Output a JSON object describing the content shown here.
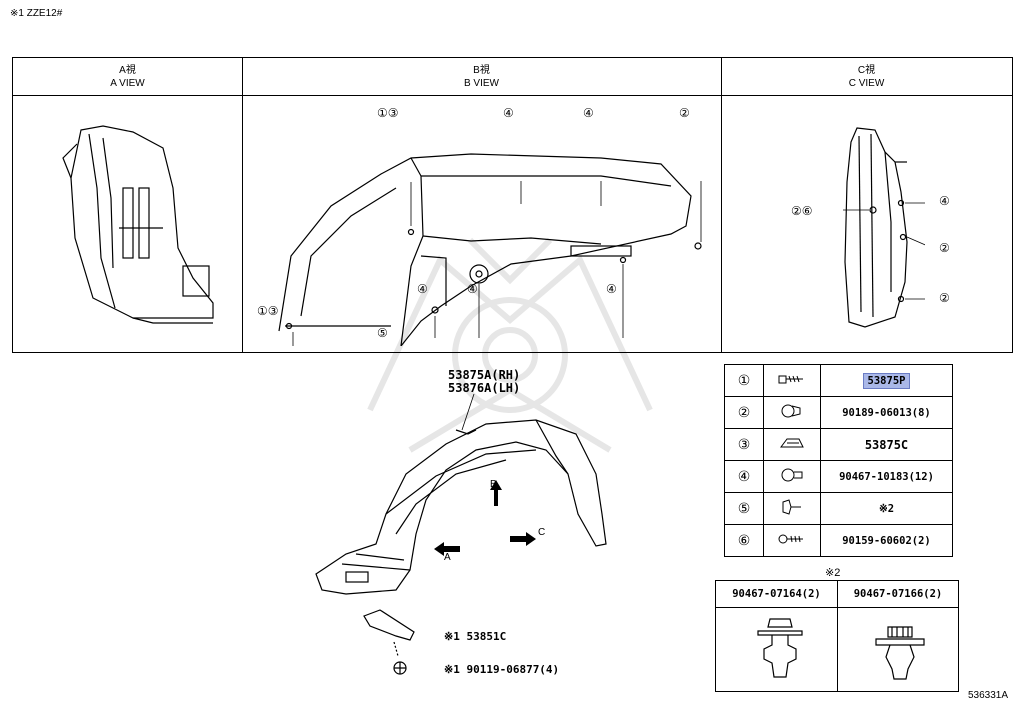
{
  "header": {
    "note": "※1 ZZE12#"
  },
  "views": [
    {
      "id": "a",
      "title_jp": "A視",
      "title_en": "A VIEW"
    },
    {
      "id": "b",
      "title_jp": "B視",
      "title_en": "B VIEW"
    },
    {
      "id": "c",
      "title_jp": "C視",
      "title_en": "C VIEW"
    }
  ],
  "callouts": {
    "c13_top": "①③",
    "c4": "④",
    "c2": "②",
    "c13_bottom": "①③",
    "c5": "⑤",
    "c26": "②⑥"
  },
  "main_part": {
    "rh": "53875A(RH)",
    "lh": "53876A(LH)"
  },
  "direction_labels": {
    "a": "A",
    "b": "B",
    "c": "C"
  },
  "parts_table": [
    {
      "index": "①",
      "icon": "screw-grommet-icon",
      "number": "53875P",
      "highlighted": true
    },
    {
      "index": "②",
      "icon": "clip-icon",
      "number": "90189-06013(8)"
    },
    {
      "index": "③",
      "icon": "retainer-icon",
      "number": "53875C"
    },
    {
      "index": "④",
      "icon": "push-rivet-icon",
      "number": "90467-10183(12)"
    },
    {
      "index": "⑤",
      "icon": "fastener-icon",
      "number": "※2"
    },
    {
      "index": "⑥",
      "icon": "bolt-icon",
      "number": "90159-60602(2)"
    }
  ],
  "sub_parts": {
    "mark": "※2",
    "options": [
      {
        "number": "90467-07164(2)",
        "icon": "push-clip-icon"
      },
      {
        "number": "90467-07166(2)",
        "icon": "push-clip-slotted-icon"
      }
    ]
  },
  "lower_parts": [
    {
      "label": "※1 53851C"
    },
    {
      "label": "※1 90119-06877(4)"
    }
  ],
  "figure_id": "536331A",
  "colors": {
    "highlight": "#aab8e8",
    "watermark": "#e6e6e6"
  }
}
